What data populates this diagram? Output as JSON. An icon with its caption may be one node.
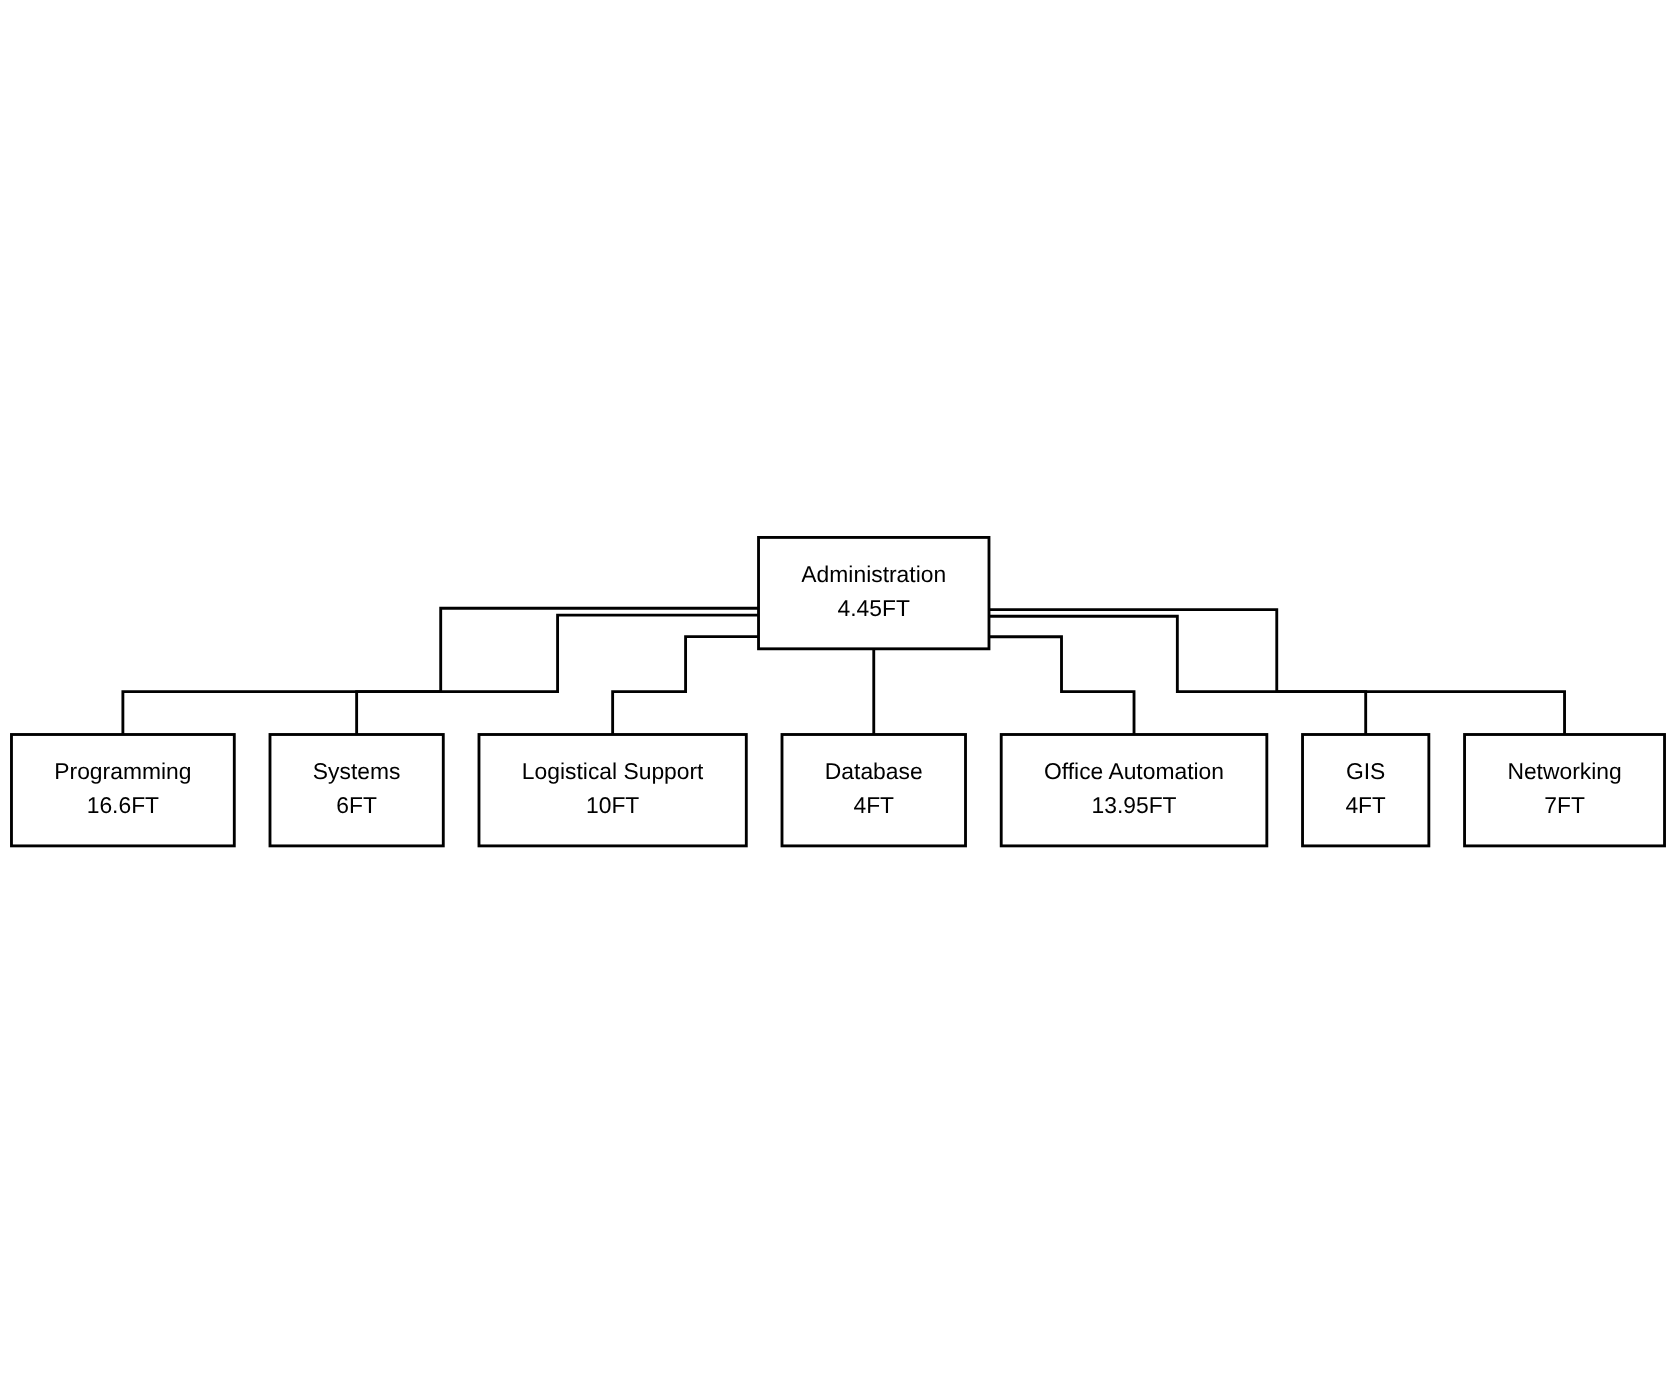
{
  "diagram": {
    "nodes": [
      {
        "text": [
          "Administration",
          "4.45FT"
        ]
      },
      {
        "text": [
          "Programming",
          "16.6FT"
        ]
      },
      {
        "text": [
          "Office Automation",
          "13.95FT"
        ]
      },
      {
        "text": [
          "Systems",
          "6FT"
        ]
      },
      {
        "text": [
          "GIS",
          "4FT"
        ]
      },
      {
        "text": [
          "Logistical Support",
          "10FT"
        ]
      },
      {
        "text": [
          "Networking",
          "7FT"
        ]
      },
      {
        "text": [
          "Database",
          "4FT"
        ]
      }
    ],
    "edges": [
      {
        "from": 0,
        "to": 1,
        "arrow": "none"
      },
      {
        "from": 0,
        "to": 3,
        "arrow": "none"
      },
      {
        "from": 0,
        "to": 5,
        "arrow": "none"
      },
      {
        "from": 0,
        "to": 7,
        "arrow": "none"
      },
      {
        "from": 0,
        "to": 2,
        "arrow": "none"
      },
      {
        "from": 0,
        "to": 4,
        "arrow": "none"
      },
      {
        "from": 0,
        "to": 6,
        "arrow": "none"
      }
    ]
  }
}
